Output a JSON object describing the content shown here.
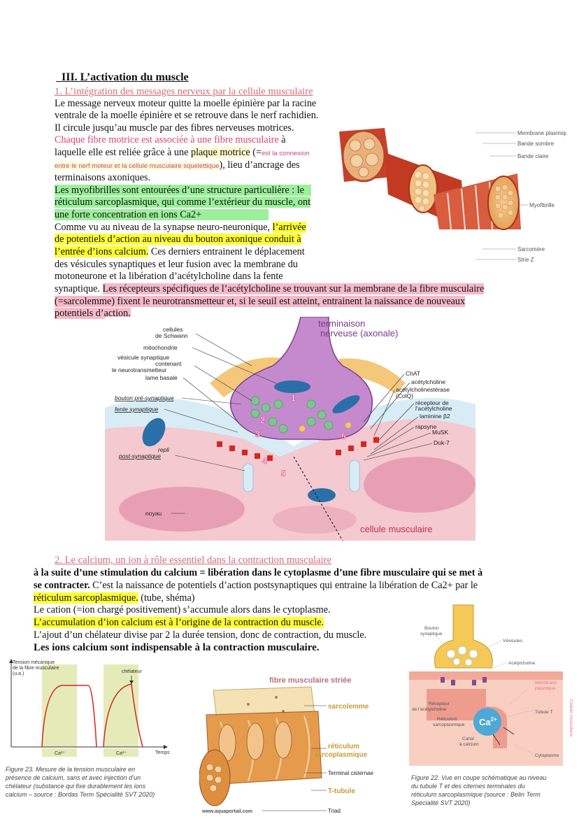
{
  "section_title": "III. L’activation du muscle",
  "sub1": "1. L’intégration des messages nerveux par la cellule musculaire",
  "p1": [
    "Le message nerveux moteur quitte la moelle épinière par la racine",
    "ventrale de la moelle épinière et se retrouve dans le nerf rachidien.",
    "Il circule jusqu’au muscle par ",
    "des fibres nerveuses motrices",
    "."
  ],
  "p2": {
    "a": "Chaque fibre motrice est associée à une fibre musculaire",
    "b": " à",
    "c": "laquelle elle est reliée grâce à une ",
    "d": "plaque motrice",
    "e": " (=",
    "f": "est la connexion",
    "g": "entre le nerf moteur et la cellule musculaire squelettique",
    "h": "), lieu d’ancrage des",
    "i": "terminaisons axoniques."
  },
  "p3": [
    "Les myofibrilles sont entourées d’une structure particulière : le",
    "réticulum sarcoplasmique, qui comme l’extérieur du muscle, ont",
    "une forte concentration en ions Ca2+"
  ],
  "p4": {
    "a": "Comme vu au niveau de la synapse neuro-neuronique, ",
    "b": "l’arrivée",
    "c": "de potentiels d’action au niveau du bouton axonique conduit à",
    "d": "l’entrée d’ions calcium.",
    "e": " Ces derniers entrainent le déplacement",
    "f": "des vésicules synaptiques et leur fusion avec la membrane du",
    "g": "motoneurone et la libération d’acétylcholine dans la fente",
    "h": "synaptique. ",
    "i": "Les récepteurs spécifiques de l’acétylcholine se trouvant sur la membrane de la fibre musculaire",
    "j": "(=sarcolemme) fixent le neurotransmetteur et, si le seuil est atteint, entrainent la naissance de nouveaux",
    "k": "potentiels d’action."
  },
  "muscle_fig": {
    "labels": [
      "Membrane plasmique",
      "Bande sombre",
      "Bande claire",
      "Myofibrille",
      "Sarcomère",
      "Strie Z"
    ]
  },
  "synapse_fig": {
    "title1": "terminaison",
    "title2": "nerveuse (axonale)",
    "left_labels": [
      "cellules",
      "de Schwann",
      "mitochondrie",
      "vésicule synaptique",
      "contenant",
      "le neurotransmetteur",
      "lame basale",
      "bouton pré-synaptique",
      "fente synaptique",
      "repli",
      "post-synaptique",
      "noyau"
    ],
    "right_labels": [
      "ChAT",
      "acétylcholine",
      "acétylcholinestérase",
      "(ColQ)",
      "récepteur de",
      "l'acétylcholine",
      "laminine β2",
      "rapsyne",
      "MuSK",
      "Dok-7"
    ],
    "numbers": [
      "1",
      "2",
      "3",
      "4",
      "5",
      "5'"
    ],
    "cell_label": "cellule musculaire"
  },
  "sub2": "2. Le calcium, un ion à rôle essentiel dans la contraction musculaire",
  "p5": {
    "a": "à la suite d’une stimulation du calcium = libération dans le cytoplasme d’une fibre musculaire qui se met à",
    "b": "se contracter.",
    "c": " C’est la naissance de potentiels d’action postsynaptiques qui entraine la libération de Ca2+  par le",
    "d": "réticulum sarcoplasmique.",
    "e": " (tube, shéma)",
    "f": "Le cation (=ion chargé positivement) s’accumule alors dans le cytoplasme.",
    "g": "L’accumulation d’ion calcium est à l’origine de la contraction du muscle.",
    "h": "L’ajout d’un chélateur divise par 2 la durée tension, donc de contraction, du muscle.",
    "i": "Les ions calcium sont indispensable à la contraction musculaire."
  },
  "graph": {
    "ylabel": [
      "Tension mécanique",
      "de la fibre musculaire",
      "(u.a.)"
    ],
    "xlabel": "Temps",
    "chelateur": "chélateur",
    "ca": "Ca²⁺"
  },
  "caption23": [
    "Figure 23. Mesure de la tension musculaire en",
    "présence de calcium, sans et avec injection d’un",
    "chélateur (substance qui fixe durablement les ions",
    "calcium – source : Bordas Term Spécialité SVT 2020)"
  ],
  "fiber_fig": {
    "title": "fibre musculaire striée",
    "labels": [
      "sarcolemme",
      "réticulum",
      "sarcoplasmique",
      "Terminal cisternae",
      "T-tubule",
      "Triad"
    ],
    "source": "www.aquaportail.com"
  },
  "tubule_fig": {
    "labels": [
      "Bouton",
      "synaptique",
      "Vésicules",
      "Acétylcholine",
      "Membrane",
      "plasmique",
      "Récepteur",
      "de l’acétylcholine",
      "Tubule T",
      "Réticulum",
      "sarcoplasmique",
      "Canal",
      "à calcium",
      "Cytoplasme",
      "Cellule musculaire"
    ],
    "ca": "Ca",
    "ca_sup": "2+"
  },
  "caption22": [
    "Figure 22. Vue en coupe schématique au niveau",
    "du tubule T et des citernes terminales du",
    "réticulum sarcoplasmique (source : Belin Term",
    "Spécialité SVT 2020)"
  ],
  "colors": {
    "pink_text": "#d9457a",
    "green_hl": "#9cf09c",
    "yellow_hl": "#ffff33",
    "pink_hl": "#f6b9c8"
  }
}
